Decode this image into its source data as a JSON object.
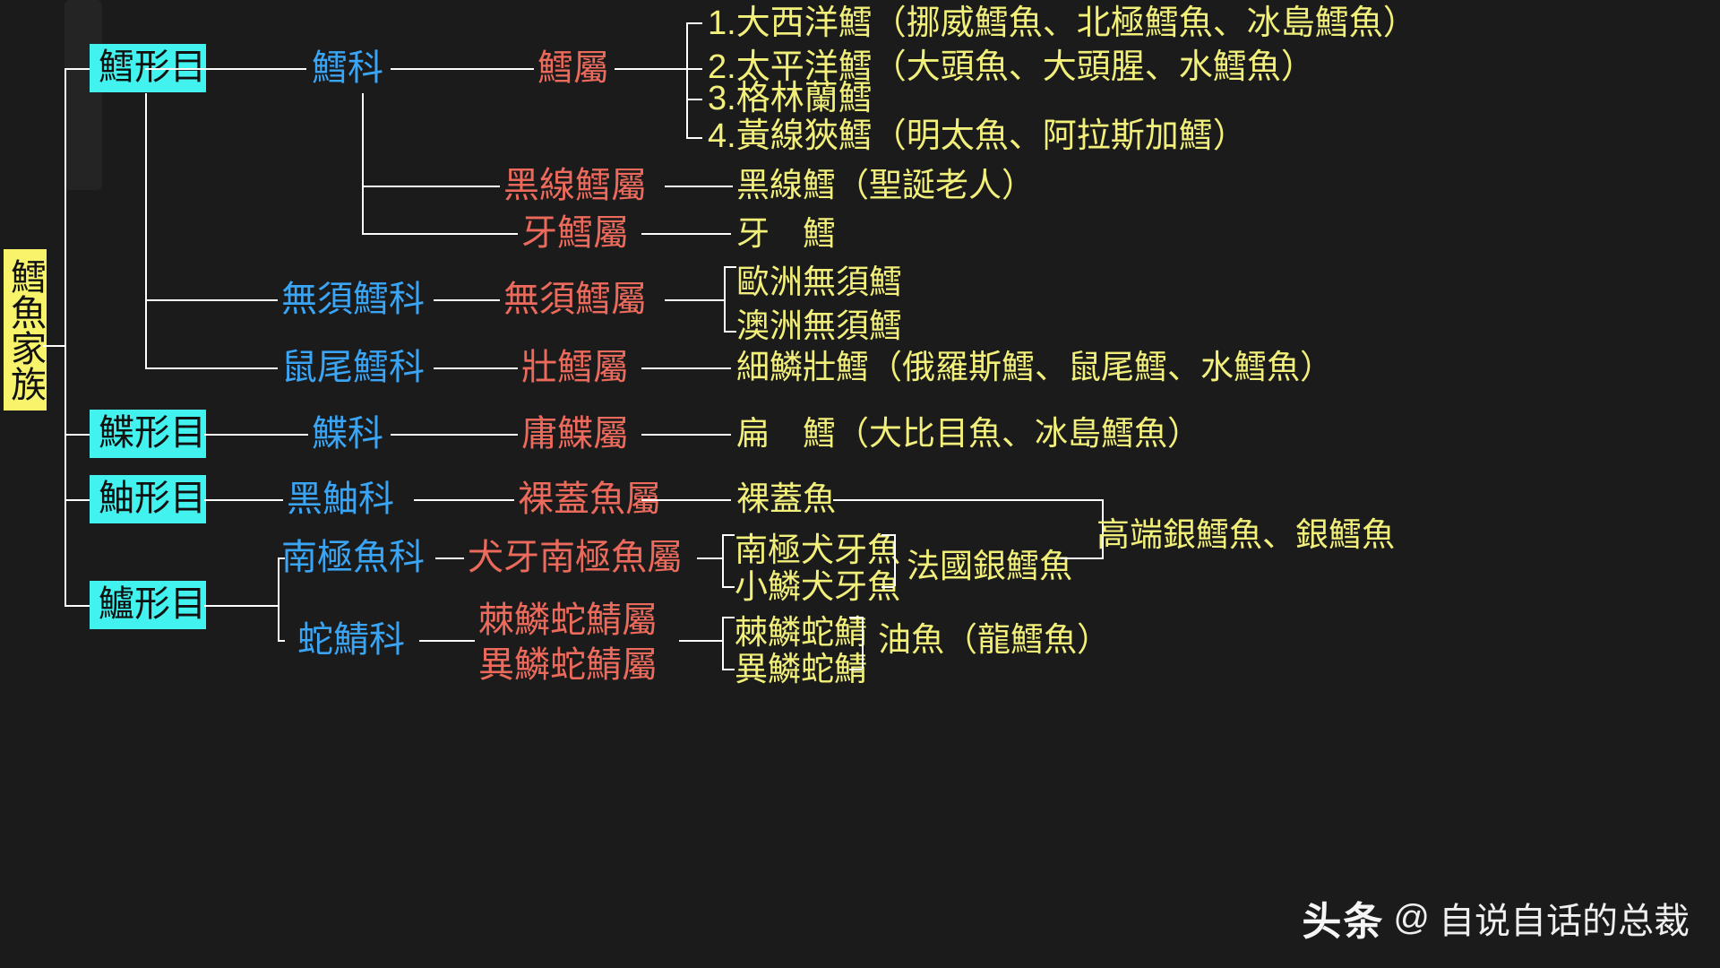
{
  "root": {
    "label": "鱈魚家族"
  },
  "orders": [
    {
      "id": "gadiformes",
      "label": "鱈形目"
    },
    {
      "id": "pleuronectiformes",
      "label": "鰈形目"
    },
    {
      "id": "scorpaeniformes",
      "label": "鮋形目"
    },
    {
      "id": "perciformes",
      "label": "鱸形目"
    }
  ],
  "families": [
    {
      "id": "gadidae",
      "label": "鱈科"
    },
    {
      "id": "merlucciidae",
      "label": "無須鱈科"
    },
    {
      "id": "macrouridae",
      "label": "鼠尾鱈科"
    },
    {
      "id": "pleuronectidae",
      "label": "鰈科"
    },
    {
      "id": "anoplopomatidae",
      "label": "黑鮋科"
    },
    {
      "id": "nototheniidae",
      "label": "南極魚科"
    },
    {
      "id": "gempylidae",
      "label": "蛇鯖科"
    }
  ],
  "genera": [
    {
      "id": "gadus",
      "label": "鱈屬"
    },
    {
      "id": "melanogrammus",
      "label": "黑線鱈屬"
    },
    {
      "id": "merlangius",
      "label": "牙鱈屬"
    },
    {
      "id": "merluccius",
      "label": "無須鱈屬"
    },
    {
      "id": "coryphaenoides",
      "label": "壯鱈屬"
    },
    {
      "id": "hippoglossus",
      "label": "庸鰈屬"
    },
    {
      "id": "anoplopoma",
      "label": "裸蓋魚屬"
    },
    {
      "id": "dissostichus",
      "label": "犬牙南極魚屬"
    },
    {
      "id": "ruvettus",
      "label": "棘鱗蛇鯖屬"
    },
    {
      "id": "lepidocybium",
      "label": "異鱗蛇鯖屬"
    }
  ],
  "species": {
    "gadus_list": [
      {
        "num": "1.",
        "label": "大西洋鱈（挪威鱈魚、北極鱈魚、冰島鱈魚）"
      },
      {
        "num": "2.",
        "label": "太平洋鱈（大頭魚、大頭腥、水鱈魚）"
      },
      {
        "num": "3.",
        "label": "格林蘭鱈"
      },
      {
        "num": "4.",
        "label": "黃線狹鱈（明太魚、阿拉斯加鱈）"
      }
    ],
    "haddock": "黑線鱈（聖誕老人）",
    "whiting": "牙　鱈",
    "hake": [
      "歐洲無須鱈",
      "澳洲無須鱈"
    ],
    "grenadier": "細鱗壯鱈（俄羅斯鱈、鼠尾鱈、水鱈魚）",
    "halibut": "扁　鱈（大比目魚、冰島鱈魚）",
    "sablefish": "裸蓋魚",
    "toothfish": [
      "南極犬牙魚",
      "小鱗犬牙魚"
    ],
    "oilfish": [
      "棘鱗蛇鯖",
      "異鱗蛇鯖"
    ]
  },
  "labels": {
    "french_silver_cod": "法國銀鱈魚",
    "premium_silver_cod": "高端銀鱈魚、銀鱈魚",
    "oil_fish_group": "油魚（龍鱈魚）"
  },
  "watermark": {
    "logo": "头条",
    "at": "@",
    "text": "自说自话的总裁"
  },
  "colors": {
    "background": "#1b1b1b",
    "root_bg": "#f7f36a",
    "order_bg": "#41f2ee",
    "family": "#3ba5f5",
    "genus": "#ec6a5c",
    "species": "#f2f07a",
    "connector": "#ffffff"
  }
}
